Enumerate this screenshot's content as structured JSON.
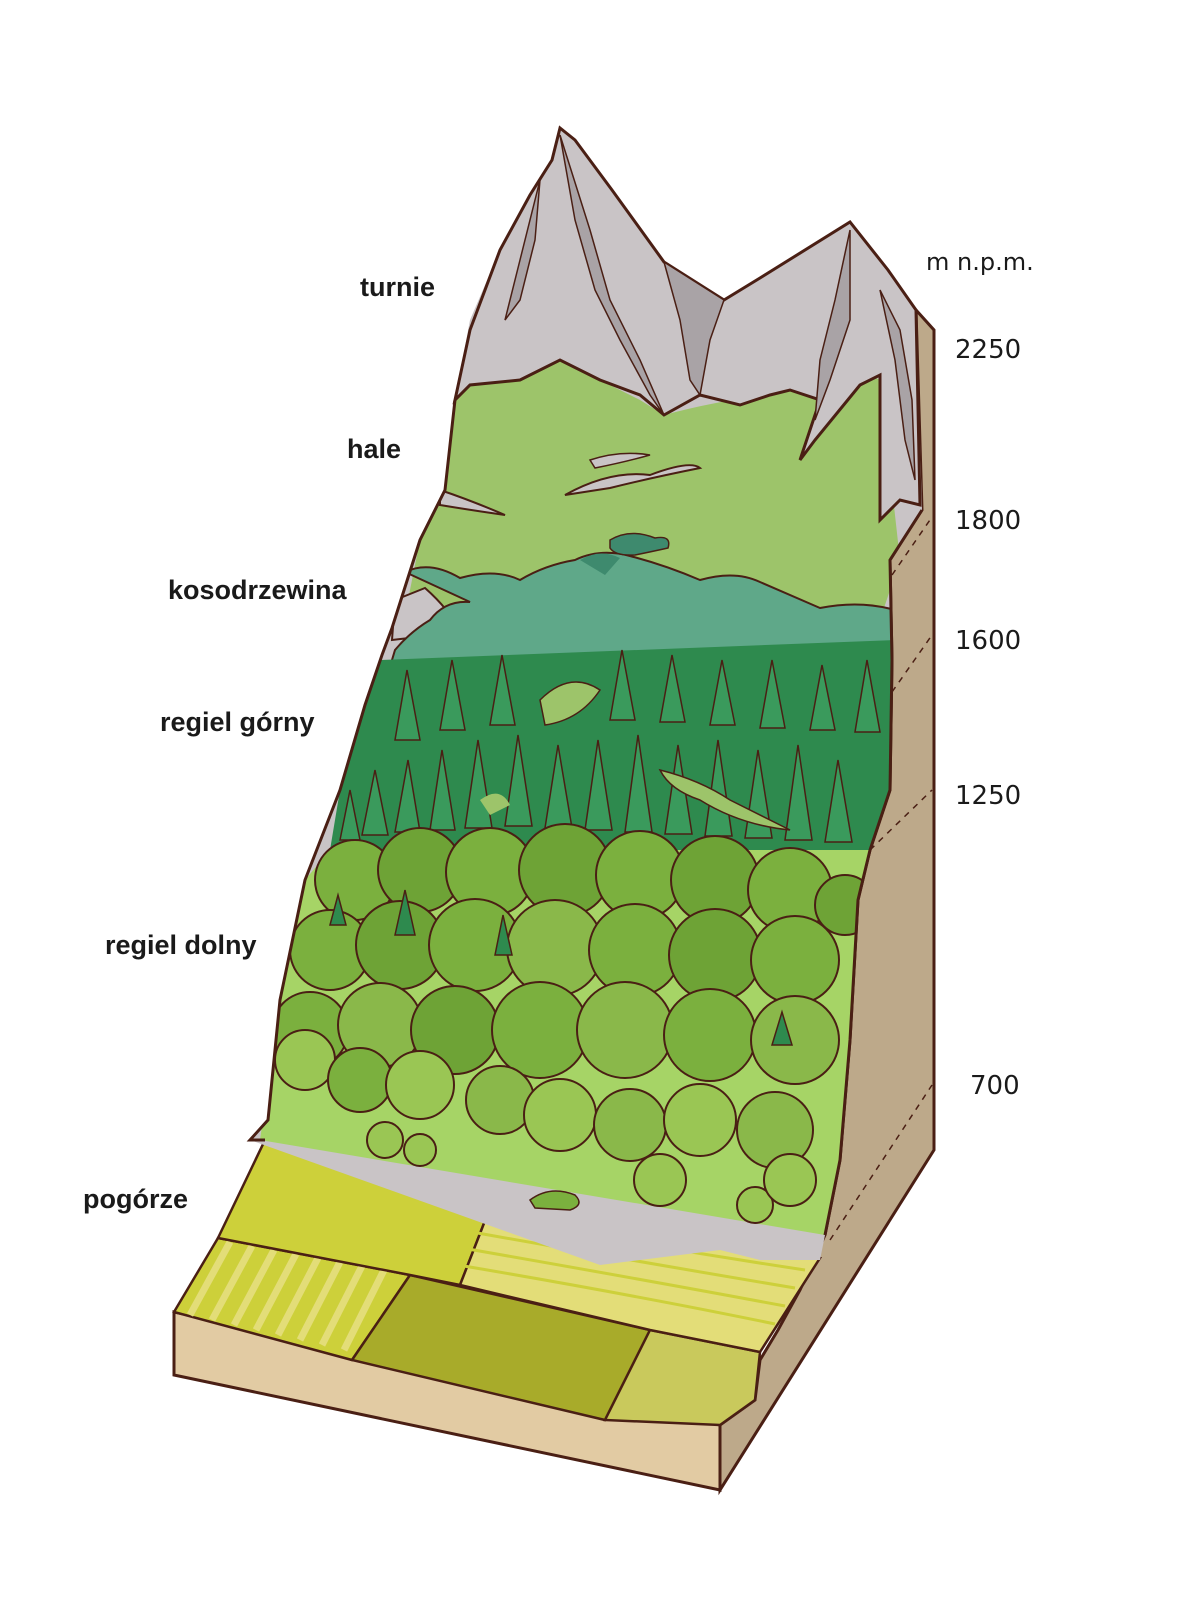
{
  "zones": [
    {
      "id": "turnie",
      "label": "turnie"
    },
    {
      "id": "hale",
      "label": "hale"
    },
    {
      "id": "kosodrzewina",
      "label": "kosodrzewina"
    },
    {
      "id": "regiel-gorny",
      "label": "regiel górny"
    },
    {
      "id": "regiel-dolny",
      "label": "regiel dolny"
    },
    {
      "id": "pogorze",
      "label": "pogórze"
    }
  ],
  "scale": {
    "unit": "m n.p.m.",
    "ticks": [
      "2250",
      "1800",
      "1600",
      "1250",
      "700"
    ]
  },
  "colors": {
    "rock": "#c9c4c6",
    "rock_shadow": "#a9a3a6",
    "meadow": "#9dc46a",
    "dwarf_pine": "#5fa889",
    "dwarf_pine_dark": "#3e8a6e",
    "spruce": "#2e8a4e",
    "spruce_light": "#3a9a5c",
    "deciduous": "#7bb03e",
    "deciduous_light": "#9ac654",
    "grass_low": "#a6d466",
    "field_yellow": "#cdd03a",
    "field_stripe": "#e3dd78",
    "field_olive": "#a8ab2a",
    "field_pale": "#c9c95c",
    "base_side": "#bda98a",
    "base_front": "#e2cba3",
    "outline": "#4a1f14"
  }
}
